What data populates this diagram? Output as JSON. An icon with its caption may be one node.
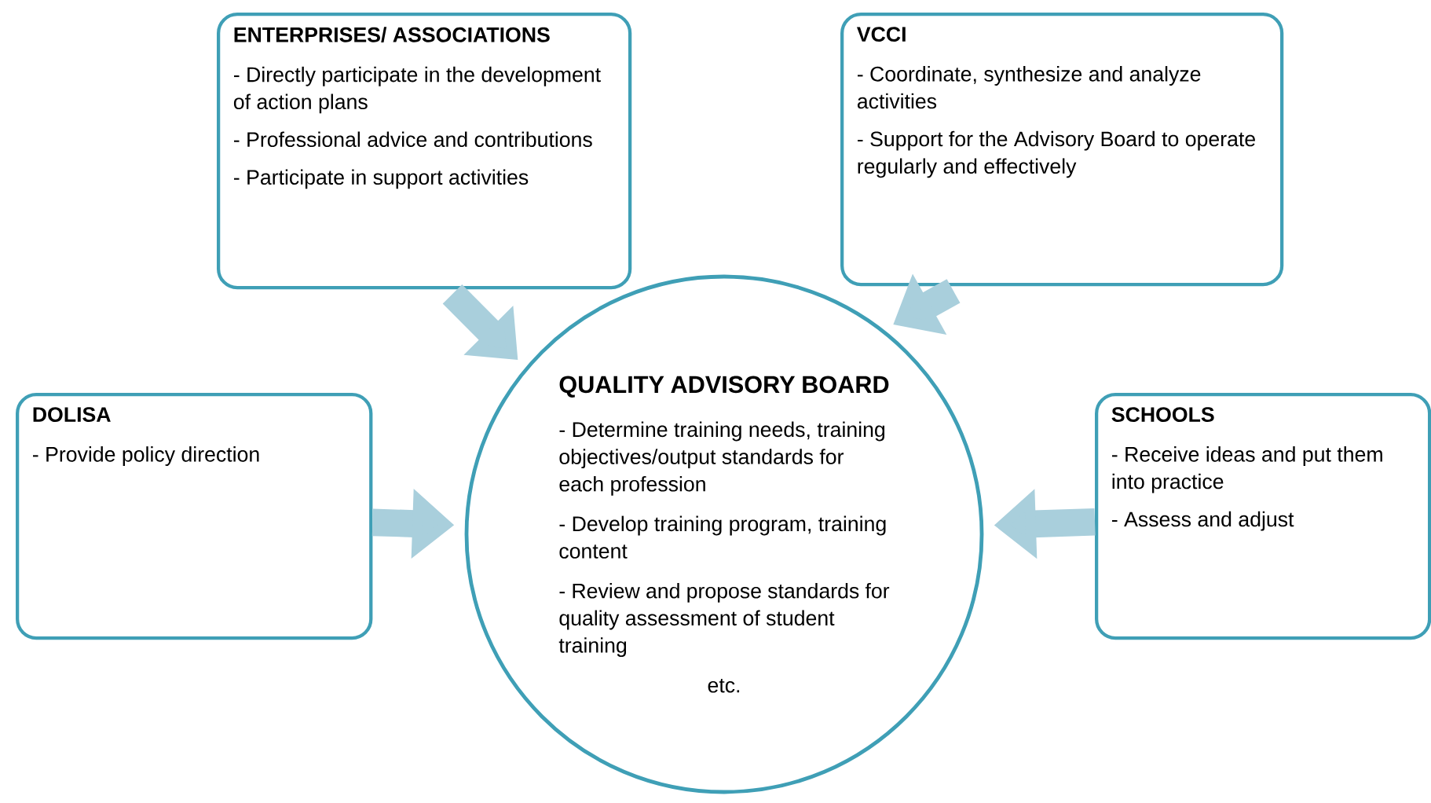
{
  "diagram": {
    "nodes": [
      {
        "text": [
          "ENTERPRISES/ ASSOCIATIONS",
          "- Directly participate in the development of action plans",
          "- Professional advice and contributions",
          "- Participate in support activities"
        ]
      },
      {
        "text": [
          "VCCI",
          "- Coordinate, synthesize and analyze activities",
          "- Support for the Advisory Board to operate regularly and effectively"
        ]
      },
      {
        "text": [
          "DOLISA",
          "- Provide policy direction"
        ]
      },
      {
        "text": [
          "QUALITY ADVISORY BOARD",
          "- Determine training needs, training objectives/output standards for each profession",
          "- Develop training program, training content",
          "- Review and propose standards for quality assessment of student training",
          "etc."
        ]
      },
      {
        "text": [
          "SCHOOLS",
          "- Receive ideas and put them into practice",
          "- Assess and adjust"
        ]
      }
    ],
    "edges": [
      {
        "from": 0,
        "to": 3,
        "arrow": "to"
      },
      {
        "from": 1,
        "to": 3,
        "arrow": "to"
      },
      {
        "from": 2,
        "to": 3,
        "arrow": "to"
      },
      {
        "from": 4,
        "to": 3,
        "arrow": "to"
      }
    ]
  }
}
